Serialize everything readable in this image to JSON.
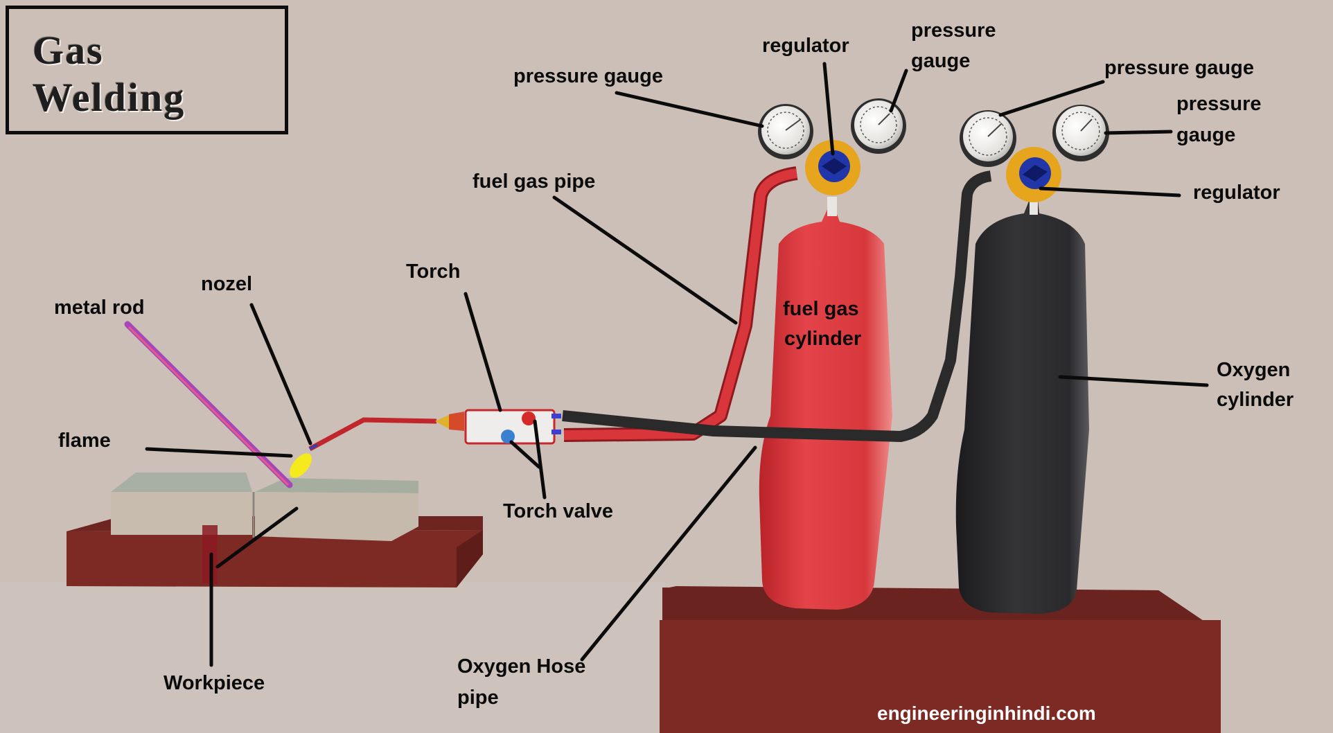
{
  "title": {
    "line1": "Gas",
    "line2": "Welding"
  },
  "labels": {
    "metal_rod": "metal rod",
    "nozel": "nozel",
    "flame": "flame",
    "workpiece": "Workpiece",
    "torch": "Torch",
    "torch_valve": "Torch valve",
    "fuel_gas_pipe": "fuel gas pipe",
    "oxygen_hose_pipe_1": "Oxygen Hose",
    "oxygen_hose_pipe_2": "pipe",
    "pressure_gauge_fuel_left": "pressure gauge",
    "regulator_fuel": "regulator",
    "pressure_gauge_fuel_right_1": "pressure",
    "pressure_gauge_fuel_right_2": "gauge",
    "pressure_gauge_oxygen_left": "pressure gauge",
    "pressure_gauge_oxygen_right_1": "pressure",
    "pressure_gauge_oxygen_right_2": "gauge",
    "regulator_oxygen": "regulator",
    "fuel_gas_cylinder_1": "fuel gas",
    "fuel_gas_cylinder_2": "cylinder",
    "oxygen_cylinder_1": "Oxygen",
    "oxygen_cylinder_2": "cylinder"
  },
  "watermark": "engineeringinhindi.com",
  "colors": {
    "background": "#cbbfb7",
    "fuel_cylinder": "#d8383a",
    "oxygen_cylinder": "#2c2c2f",
    "base": "#7d2a24",
    "fuel_pipe": "#d8363a",
    "oxygen_pipe": "#2a2a2a",
    "rod": "#a646b8",
    "flame": "#f4ea1c",
    "regulator_ring": "#e7a51e",
    "regulator_center": "#2136a8"
  }
}
